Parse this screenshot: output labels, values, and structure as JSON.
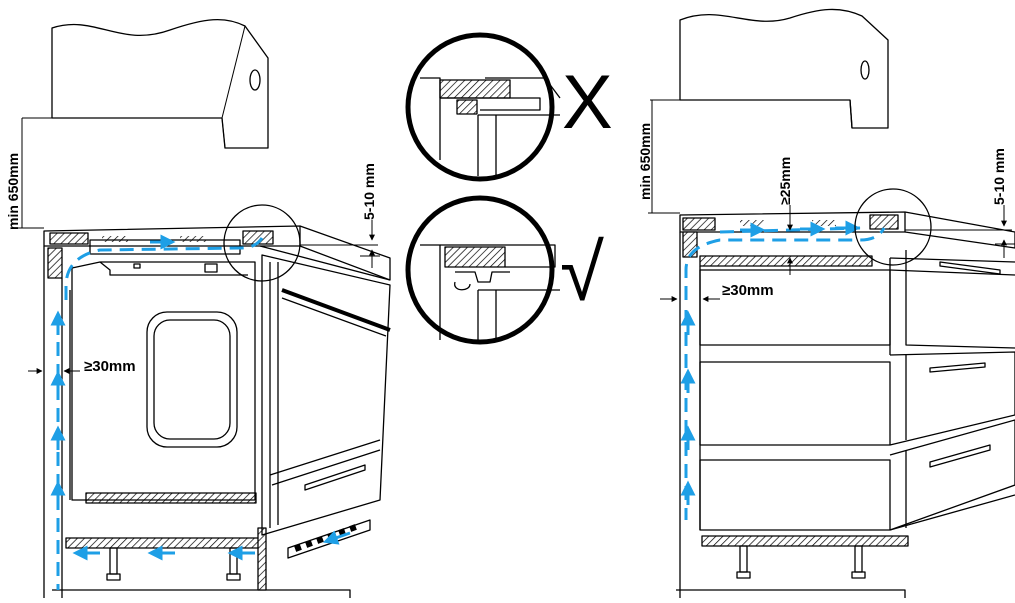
{
  "colors": {
    "line": "#000000",
    "airflow": "#1e9fe6",
    "hatch": "#000000",
    "background": "#ffffff"
  },
  "left_scene": {
    "min_height_label": "min 650mm",
    "gap_label": "5-10 mm",
    "side_gap_label": "≥30mm"
  },
  "right_scene": {
    "min_height_label": "min 650mm",
    "gap_label": "5-10 mm",
    "side_gap_label": "≥30mm",
    "top_gap_label": "≥25mm"
  },
  "detail_wrong": {
    "mark": "X"
  },
  "detail_right": {
    "mark": "√"
  }
}
